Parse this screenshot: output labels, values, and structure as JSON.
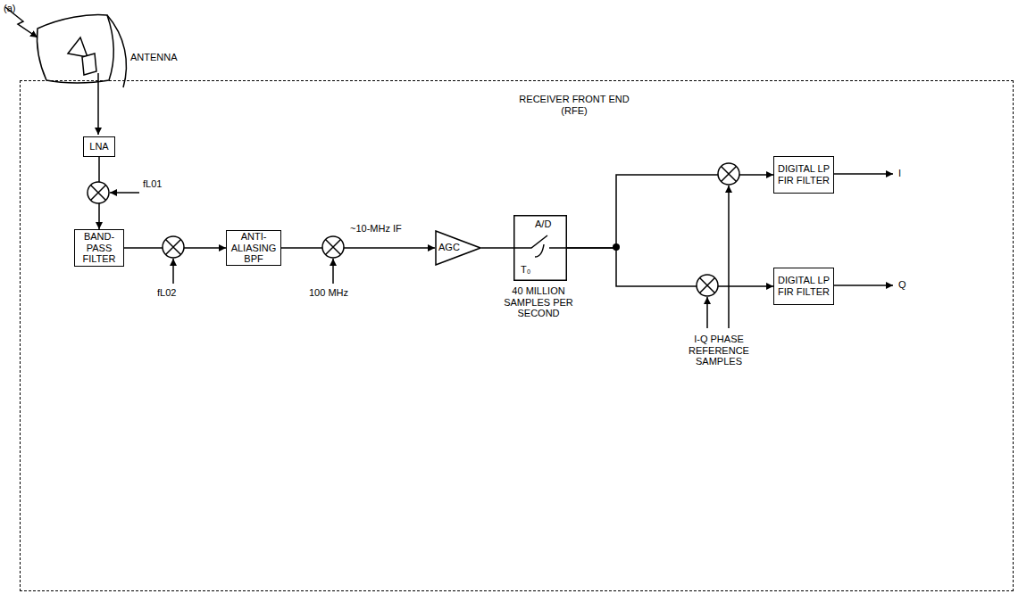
{
  "diagram": {
    "nodes": [
      {
        "text": [
          "RECEIVER FRONT END (RFE)"
        ]
      },
      {
        "text": [
          "LNA"
        ],
        "in": 0
      },
      {
        "text": [
          "BAND-PASS FILTER"
        ],
        "in": 0
      },
      {
        "text": [
          "ANTI-ALIASING BPF"
        ],
        "in": 0
      },
      {
        "text": [
          "AGC"
        ],
        "in": 0
      },
      {
        "text": [
          "A/D",
          "T₀"
        ],
        "in": 0
      },
      {
        "text": [
          "DIGITAL LP FIR FILTER"
        ],
        "in": 0
      },
      {
        "text": [
          "DIGITAL LP FIR FILTER"
        ],
        "in": 0
      }
    ],
    "edges": [
      {
        "from": 1,
        "to": 2,
        "arrow": "to"
      },
      {
        "from": 2,
        "to": 3,
        "arrow": "to"
      },
      {
        "from": 3,
        "to": 4,
        "label": "~10-MHz IF",
        "arrow": "to"
      },
      {
        "from": 4,
        "to": 5,
        "arrow": "none"
      },
      {
        "from": 5,
        "to": 6,
        "arrow": "to"
      },
      {
        "from": 5,
        "to": 7,
        "arrow": "to"
      }
    ],
    "labels": [
      "(a)",
      "ANTENNA",
      "fL01",
      "fL02",
      "100 MHz",
      "40 MILLION SAMPLES PER SECOND",
      "I",
      "Q",
      "I-Q PHASE REFERENCE SAMPLES"
    ]
  }
}
